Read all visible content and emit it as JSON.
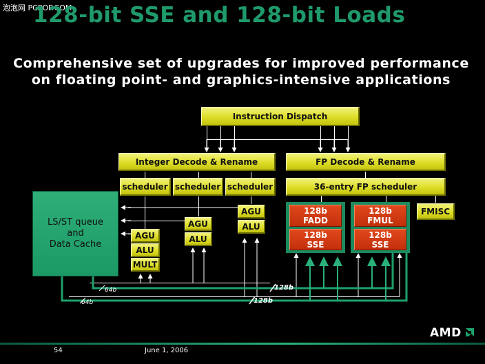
{
  "watermark": "泡泡网 PCPOP.COM",
  "title": "128-bit SSE and 128-bit Loads",
  "subtitle": {
    "line1": "Comprehensive set of upgrades for improved performance",
    "line2": "on floating point- and graphics-intensive applications"
  },
  "diagram": {
    "instruction_dispatch": "Instruction Dispatch",
    "integer_decode": "Integer Decode & Rename",
    "fp_decode": "FP Decode & Rename",
    "schedulers": [
      "scheduler",
      "scheduler",
      "scheduler"
    ],
    "fp_scheduler": "36-entry FP scheduler",
    "ls_unit": {
      "line1": "LS/ST queue",
      "line2": "and",
      "line3": "Data Cache"
    },
    "int_units": {
      "col1": [
        "AGU",
        "ALU",
        "MULT"
      ],
      "col2": [
        "AGU",
        "ALU"
      ],
      "col3": [
        "AGU",
        "ALU"
      ]
    },
    "fp_units": {
      "fadd": {
        "top": "128b",
        "label": "FADD"
      },
      "fmul": {
        "top": "128b",
        "label": "FMUL"
      },
      "sse1": {
        "top": "128b",
        "label": "SSE"
      },
      "sse2": {
        "top": "128b",
        "label": "SSE"
      },
      "fmisc": "FMISC"
    },
    "bus_labels": {
      "b128_a": "128b",
      "b128_b": "128b",
      "b64_a": "64b",
      "b64_b": "64b"
    }
  },
  "footer": {
    "page": "54",
    "date": "June 1, 2006",
    "logo": "AMD"
  },
  "colors": {
    "title": "#1f9a6a",
    "unit_yellow": "#dede2a",
    "fp_red": "#c83410",
    "bus_green": "#1ea06c"
  }
}
